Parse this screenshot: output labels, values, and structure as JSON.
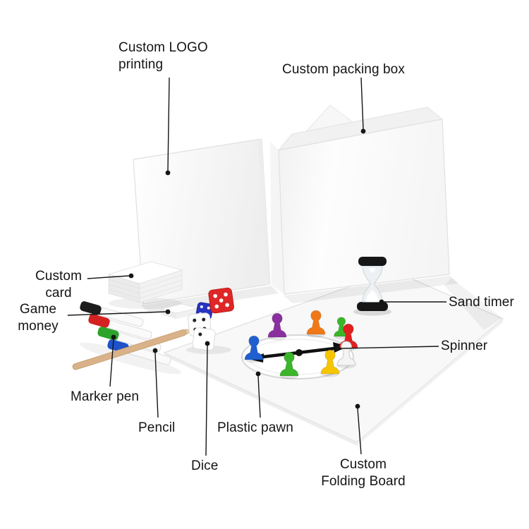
{
  "labels": {
    "custom_logo": "Custom LOGO\nprinting",
    "packing_box": "Custom packing box",
    "custom_card": "Custom\ncard",
    "game_money": "Game\nmoney",
    "marker_pen": "Marker pen",
    "pencil": "Pencil",
    "plastic_pawn": "Plastic pawn",
    "dice": "Dice",
    "custom_folding_board": "Custom\nFolding Board",
    "sand_timer": "Sand timer",
    "spinner": "Spinner"
  },
  "colors": {
    "callout": "#151515",
    "box_face": "#fafafa",
    "board_face": "#f8f8f8",
    "pencil": "#d9b289",
    "marker_caps": [
      "#1c1c1c",
      "#d42222",
      "#2da32b",
      "#1f52c9"
    ],
    "dice": {
      "red": "#df2727",
      "blue": "#2733c0",
      "white": "#fcfcfc"
    },
    "pawns": {
      "purple": "#8a2f9e",
      "orange": "#f07818",
      "green": "#3bb52a",
      "red": "#e01f1f",
      "white": "#f4f4f4",
      "yellow": "#f6c500",
      "blue": "#1f5fd0"
    }
  }
}
